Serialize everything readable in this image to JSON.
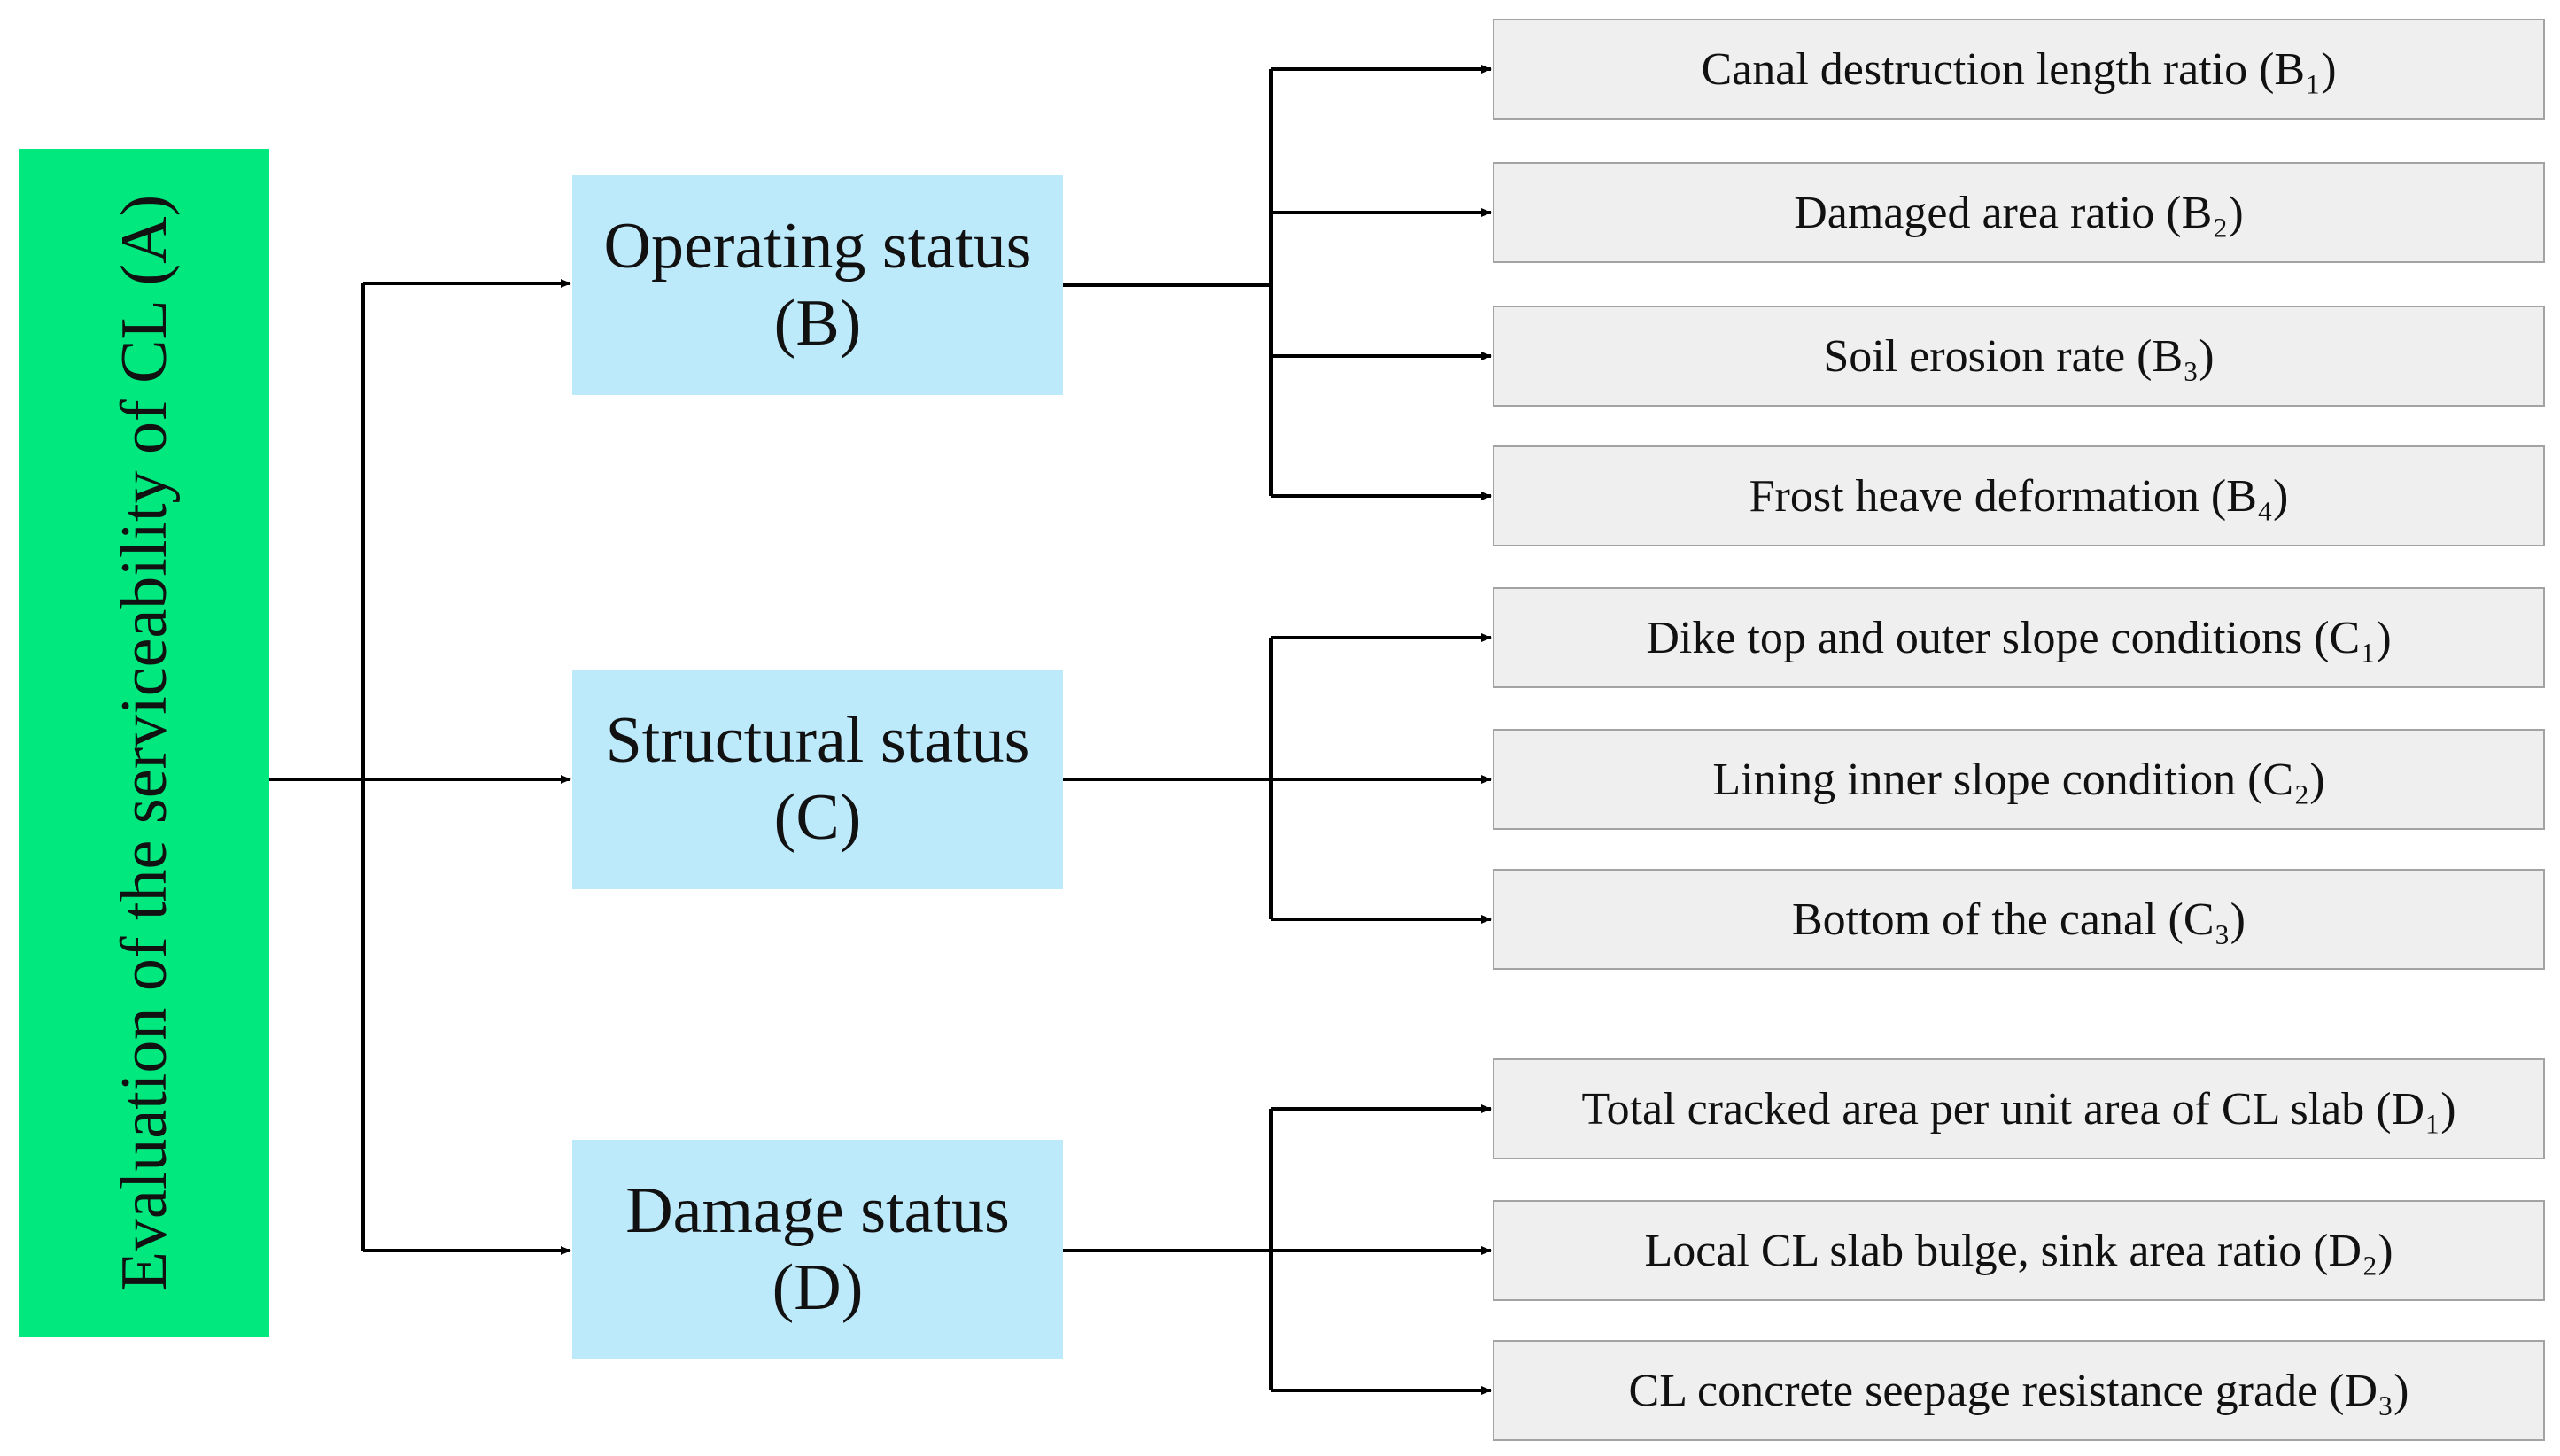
{
  "root": {
    "label": "Evaluation of the serviceability of  CL (A)"
  },
  "groups": [
    {
      "title": "Operating status",
      "code": "(B)"
    },
    {
      "title": "Structural status",
      "code": "(C)"
    },
    {
      "title": "Damage status",
      "code": "(D)"
    }
  ],
  "indicators": [
    "Canal destruction length ratio (B₁)",
    "Damaged area ratio (B₂)",
    "Soil erosion rate (B₃)",
    "Frost heave deformation (B₄)",
    "Dike top and outer slope conditions (C₁)",
    "Lining inner slope condition (C₂)",
    "Bottom of the canal (C₃)",
    "Total cracked area per unit area of CL slab (D₁)",
    "Local CL slab bulge, sink area ratio (D₂)",
    "CL concrete seepage resistance grade (D₃)"
  ],
  "colors": {
    "root_fill": "#00e87e",
    "group_fill": "#bdeafb",
    "indicator_fill": "#efefef",
    "indicator_border": "#a3a3a3",
    "connector": "#000000"
  }
}
